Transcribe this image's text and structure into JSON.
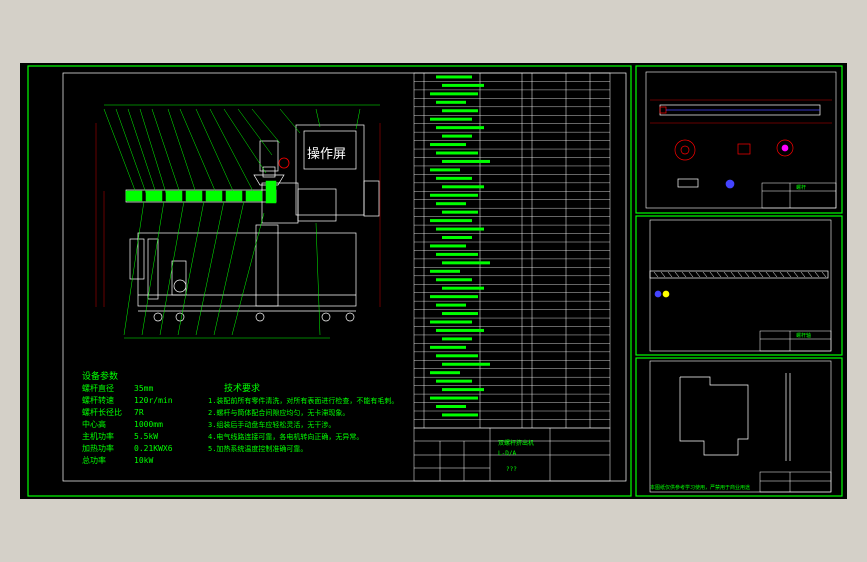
{
  "main_drawing": {
    "cabinet_label": "操作屏",
    "params_title": "设备参数",
    "params": [
      {
        "name": "螺杆直径",
        "value": "35mm"
      },
      {
        "name": "螺杆转速",
        "value": "120r/min"
      },
      {
        "name": "螺杆长径比",
        "value": "7R"
      },
      {
        "name": "中心高",
        "value": "1000mm"
      },
      {
        "name": "主机功率",
        "value": "5.5kW"
      },
      {
        "name": "加热功率",
        "value": "0.21KWX6"
      },
      {
        "name": "总功率",
        "value": "10kW"
      }
    ],
    "tech_title": "技术要求",
    "tech_notes": [
      "1.装配前所有零件清洗，对所有表面进行检查，不能有毛刺。",
      "2.螺杆与筒体配合间隙应均匀，无卡滞现象。",
      "3.组装后手动盘车应轻松灵活，无干涉。",
      "4.电气线路连接可靠，各电机转向正确，无异常。",
      "5.加热系统温度控制准确可靠。"
    ],
    "title_block": {
      "name": "双螺杆挤出机",
      "drawing_no": "L-D/A",
      "qty": "???"
    }
  },
  "sheet2": {
    "title": "螺杆"
  },
  "sheet3": {
    "title": "螺杆轴"
  },
  "sheet4": {
    "footer": "本图纸仅供参考学习使用，严禁用于商业用途"
  },
  "colors": {
    "background": "#000000",
    "frame": "#00ff00",
    "line": "#ffffff",
    "accent_red": "#ff0000",
    "accent_magenta": "#ff00ff",
    "accent_blue": "#4444ff",
    "accent_yellow": "#ffff00"
  }
}
